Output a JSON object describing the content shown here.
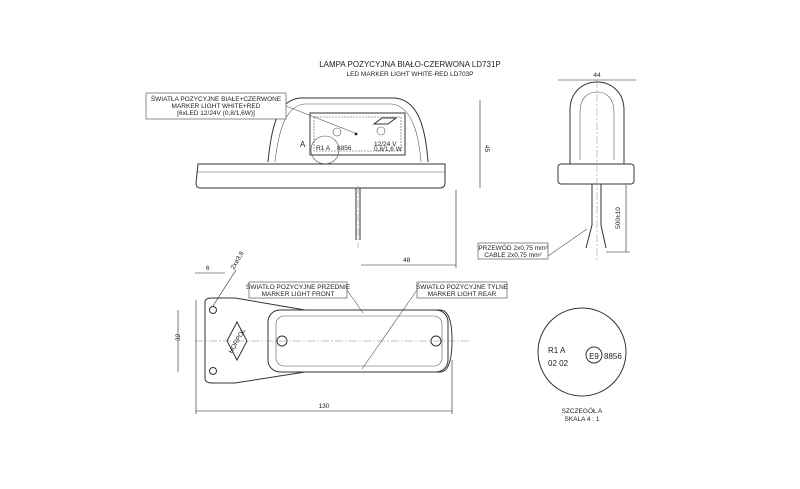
{
  "title": {
    "pl": "LAMPA POZYCYJNA BIAŁO-CZERWONA LD731P",
    "en": "LED MARKER LIGHT WHITE-RED LD703P"
  },
  "callouts": {
    "lights": [
      "ŚWIATŁA POZYCYJNE BIAŁE+CZERWONE",
      "MARKER LIGHT WHITE+RED",
      "[6xLED 12/24V (0,8/1,6W)]"
    ],
    "cable": [
      "PRZEWÓD 2x0,75 mm²",
      "CABLE 2x0,75 mm²"
    ],
    "front": [
      "ŚWIATŁO POZYCYJNE PRZEDNIE",
      "MARKER LIGHT FRONT"
    ],
    "rear": [
      "ŚWIATŁO POZYCYJNE TYLNE",
      "MARKER LIGHT REAR"
    ]
  },
  "lens_marks": {
    "approval": "R1 A",
    "date": "02 02",
    "e_mark": "E9",
    "number": "8856",
    "voltage": "12/24 V",
    "power": "0,8/1,6 W",
    "brand": "HORPOL",
    "detail_ref": "A"
  },
  "dimensions": {
    "width_side": "44",
    "height": "45",
    "cable_length": "500±10",
    "depth": "48",
    "hole_offset": "6",
    "holes": "2x⌀3,8",
    "base_width": "32",
    "length": "130"
  },
  "detail": {
    "marks": [
      "R1  A",
      "02  02",
      "E9",
      "8856"
    ],
    "label": "SZCZEGÓŁ A",
    "scale": "SKALA 4 : 1"
  }
}
